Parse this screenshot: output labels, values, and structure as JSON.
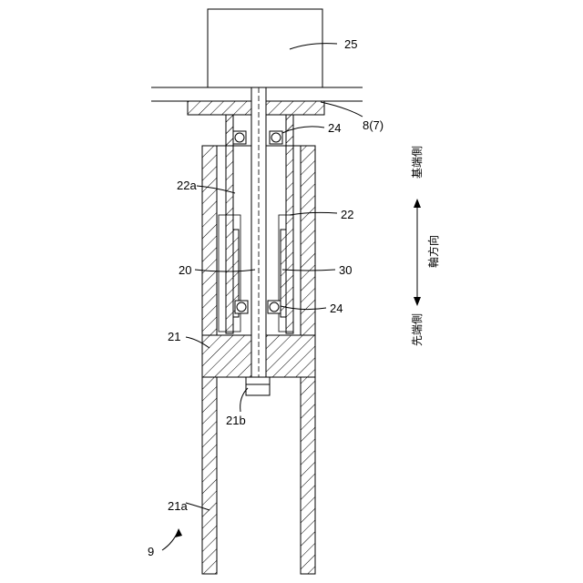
{
  "figure": {
    "labels": {
      "motor": "25",
      "mount": "8(7)",
      "bearing_top": "24",
      "bearing_bottom": "24",
      "inner_channel": "22a",
      "sleeve": "22",
      "shaft": "20",
      "nut": "30",
      "housing": "21",
      "coupling": "21b",
      "probe": "21a",
      "assembly": "9"
    },
    "direction": {
      "base_side": "基端側",
      "axial": "軸方向",
      "tip_side": "先端側"
    }
  }
}
